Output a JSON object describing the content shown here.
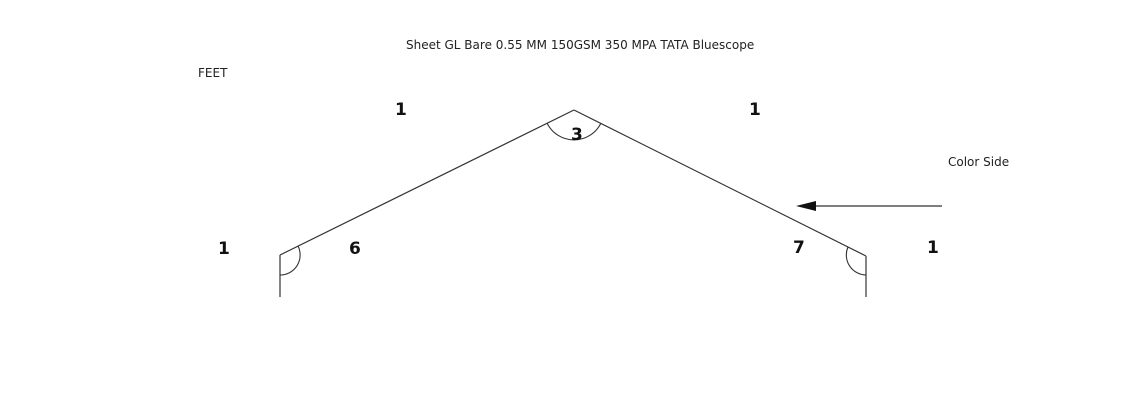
{
  "title": "Sheet GL Bare 0.55 MM 150GSM 350 MPA TATA Bluescope",
  "unit_label": "FEET",
  "color_side_label": "Color Side",
  "dimensions": {
    "left_leg": "1",
    "left_slope": "1",
    "right_slope": "1",
    "right_leg": "1"
  },
  "angles": {
    "left_bend": "6",
    "apex": "3",
    "right_bend": "7"
  },
  "colors": {
    "line": "#333333",
    "text": "#111111"
  }
}
